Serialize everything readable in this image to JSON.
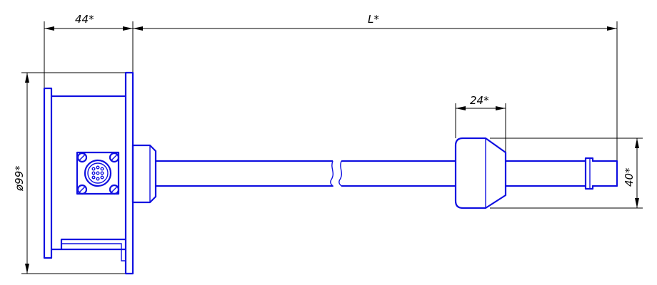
{
  "dimensions": {
    "flange_width": "44*",
    "total_length": "L*",
    "head_width": "24*",
    "flange_diameter": "ø99*",
    "head_diameter": "40*"
  },
  "colors": {
    "part_outline": "#1010e0",
    "dimension_lines": "#000000",
    "background": "#ffffff"
  }
}
